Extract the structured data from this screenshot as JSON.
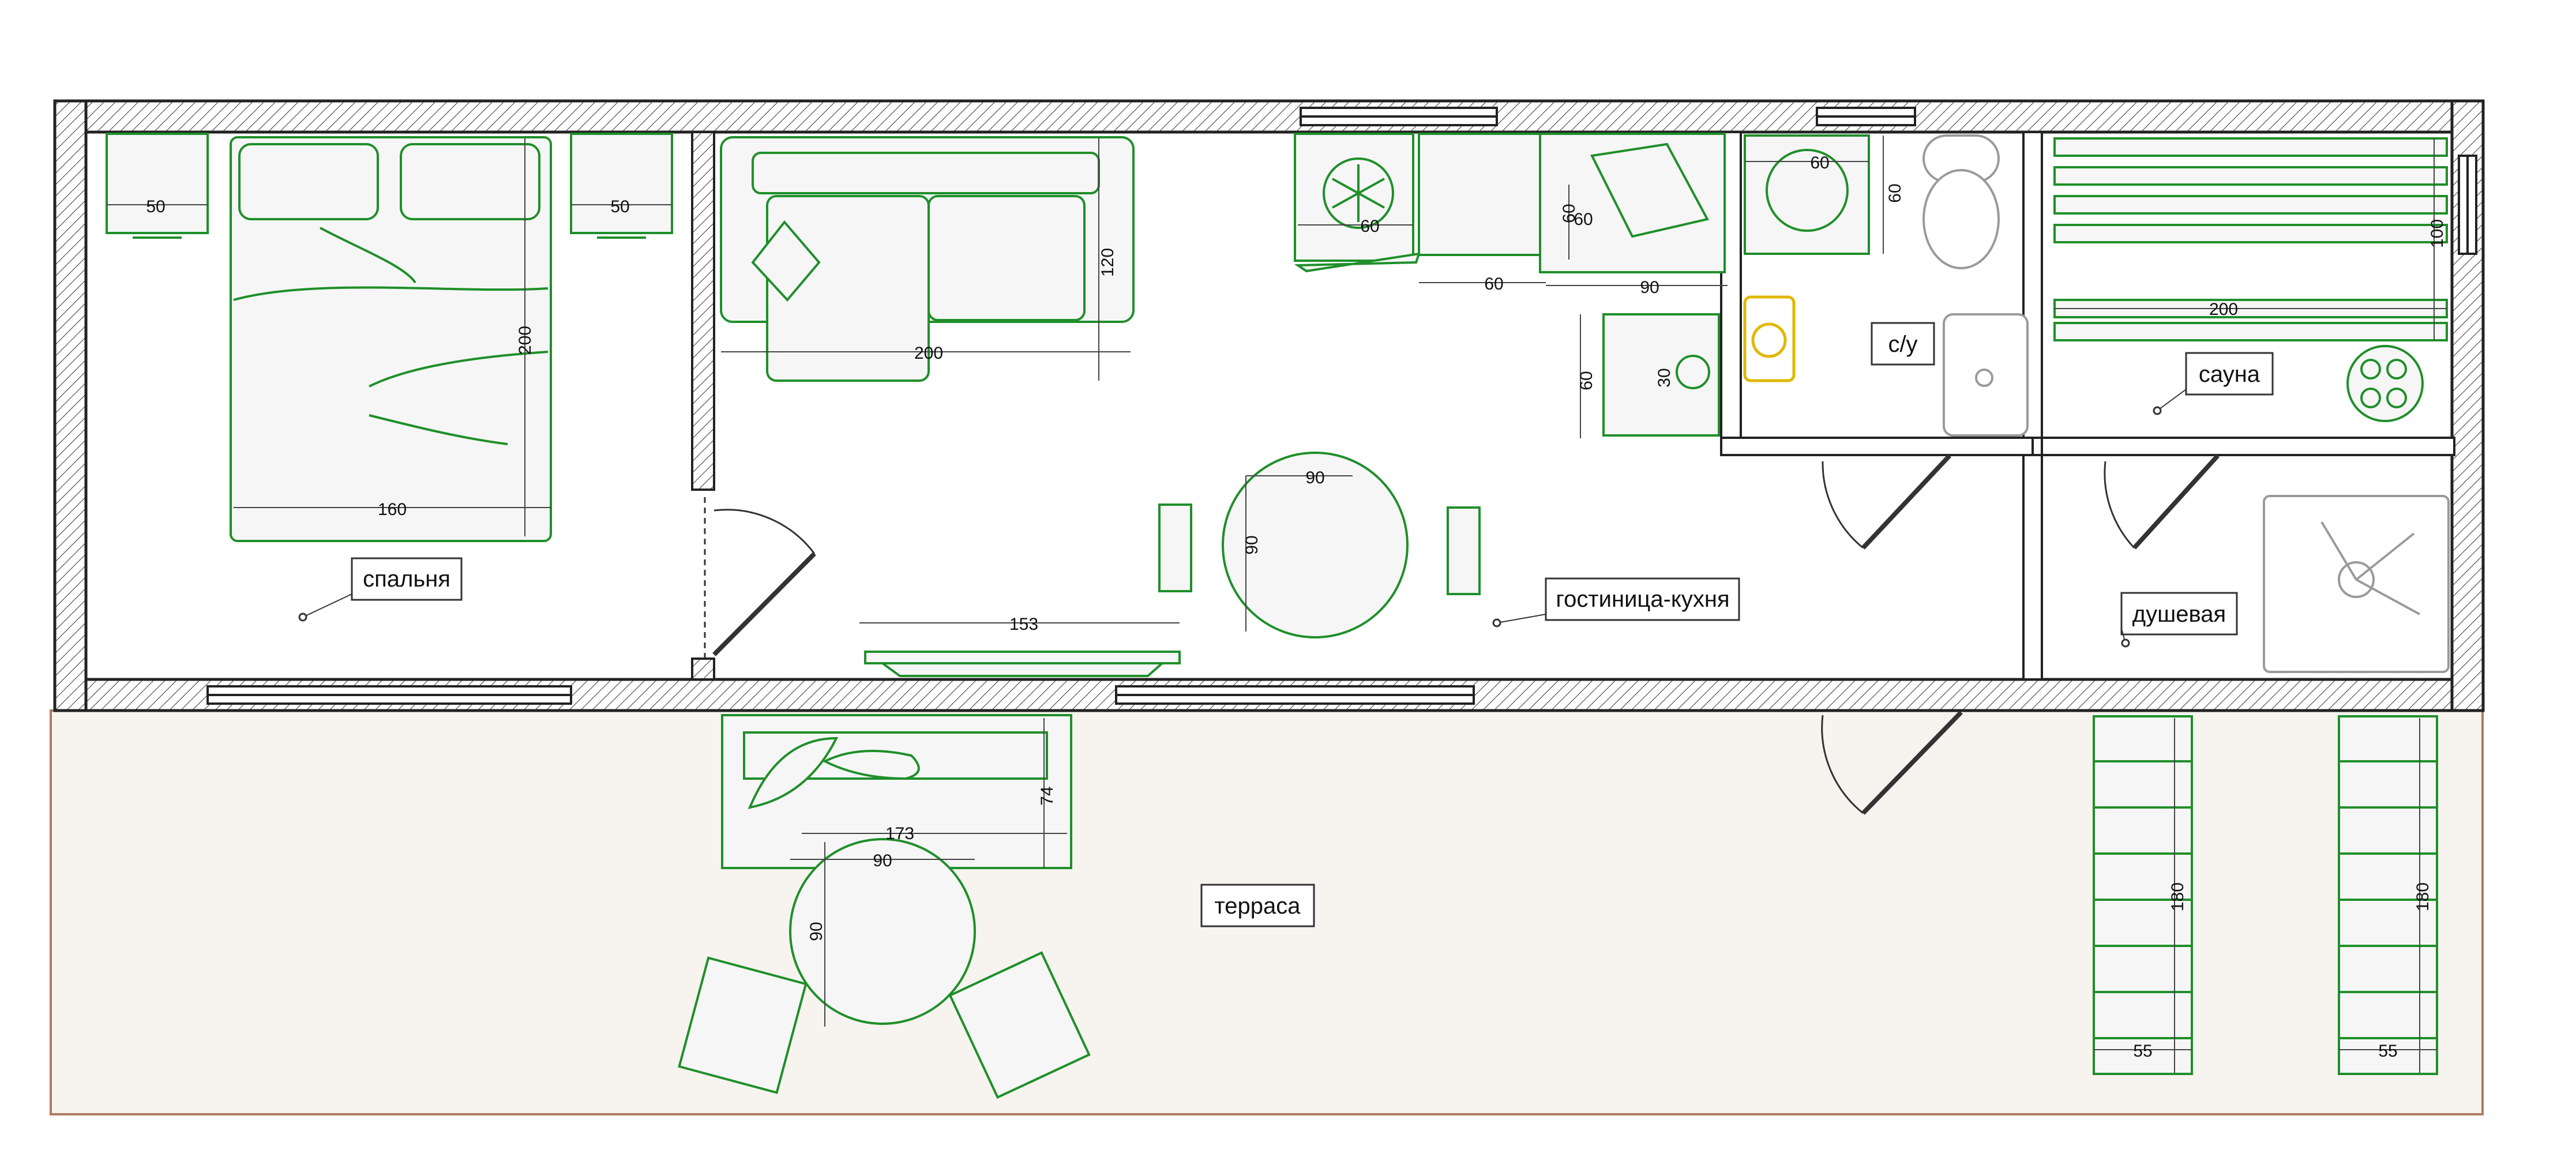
{
  "rooms": {
    "bedroom": "спальня",
    "living_kitchen": "гостиница-кухня",
    "bathroom": "с/у",
    "sauna": "сауна",
    "shower": "душевая",
    "terrace": "терраса"
  },
  "dimensions": {
    "nightstand_left": "50",
    "nightstand_right": "50",
    "bed_width": "160",
    "bed_length": "200",
    "sofa_width": "200",
    "sofa_depth": "120",
    "fridge": "60",
    "counter_60_a": "60",
    "counter_60_b": "60",
    "counter_90": "90",
    "counter_60_side": "60",
    "counter_60_vert": "60",
    "dishwasher": "30",
    "washer_w": "60",
    "washer_d": "60",
    "sauna_bench": "200",
    "sauna_bench_depth": "100",
    "table_w": "90",
    "table_d": "90",
    "tv_unit": "153",
    "terrace_sofa": "173",
    "terrace_sofa_depth": "74",
    "terrace_table_w": "90",
    "terrace_table_d": "90",
    "steps_left_len": "180",
    "steps_left_w": "55",
    "steps_right_len": "180",
    "steps_right_w": "55"
  },
  "colors": {
    "wall": "#222222",
    "furniture": "#1f8f2a",
    "boiler": "#e0b800",
    "terrace_fill": "#f7f3ef",
    "terrace_border": "#b07a62",
    "fixture": "#9a9a9a"
  }
}
